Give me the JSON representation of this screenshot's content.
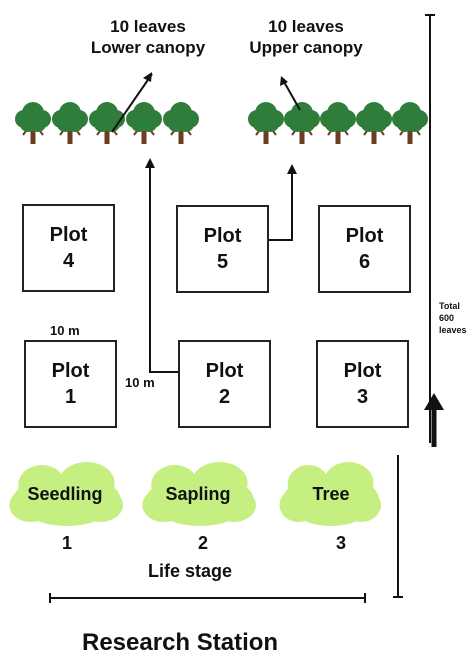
{
  "canopy": {
    "lower": {
      "line1": "10 leaves",
      "line2": "Lower canopy"
    },
    "upper": {
      "line1": "10 leaves",
      "line2": "Upper canopy"
    }
  },
  "plots": [
    {
      "word": "Plot",
      "num": "4"
    },
    {
      "word": "Plot",
      "num": "5"
    },
    {
      "word": "Plot",
      "num": "6"
    },
    {
      "word": "Plot",
      "num": "1"
    },
    {
      "word": "Plot",
      "num": "2"
    },
    {
      "word": "Plot",
      "num": "3"
    }
  ],
  "dimensions": {
    "width": "10 m",
    "height": "10 m"
  },
  "total": {
    "line1": "Total",
    "line2": "600",
    "line3": "leaves"
  },
  "life_stages": [
    {
      "label": "Seedling",
      "num": "1"
    },
    {
      "label": "Sapling",
      "num": "2"
    },
    {
      "label": "Tree",
      "num": "3"
    }
  ],
  "axis_label": "Life stage",
  "station": "Research Station",
  "colors": {
    "cloud": "#c6ef82",
    "tree_foliage": "#2f7d3a",
    "tree_trunk": "#6b3e1f"
  }
}
